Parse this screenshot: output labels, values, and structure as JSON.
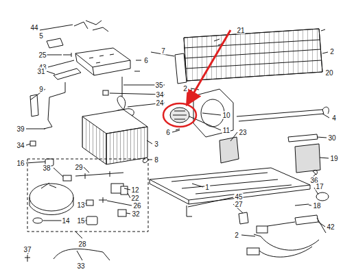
{
  "diagram": {
    "labels": [
      "44",
      "5",
      "25",
      "43",
      "7",
      "6",
      "21",
      "2",
      "20",
      "31",
      "9",
      "35",
      "2",
      "34",
      "24",
      "10",
      "4",
      "39",
      "11",
      "6",
      "23",
      "30",
      "3",
      "34",
      "19",
      "8",
      "16",
      "38",
      "29",
      "36",
      "1",
      "17",
      "12",
      "45",
      "22",
      "27",
      "13",
      "26",
      "18",
      "32",
      "14",
      "15",
      "42",
      "2",
      "28",
      "37",
      "33"
    ]
  }
}
